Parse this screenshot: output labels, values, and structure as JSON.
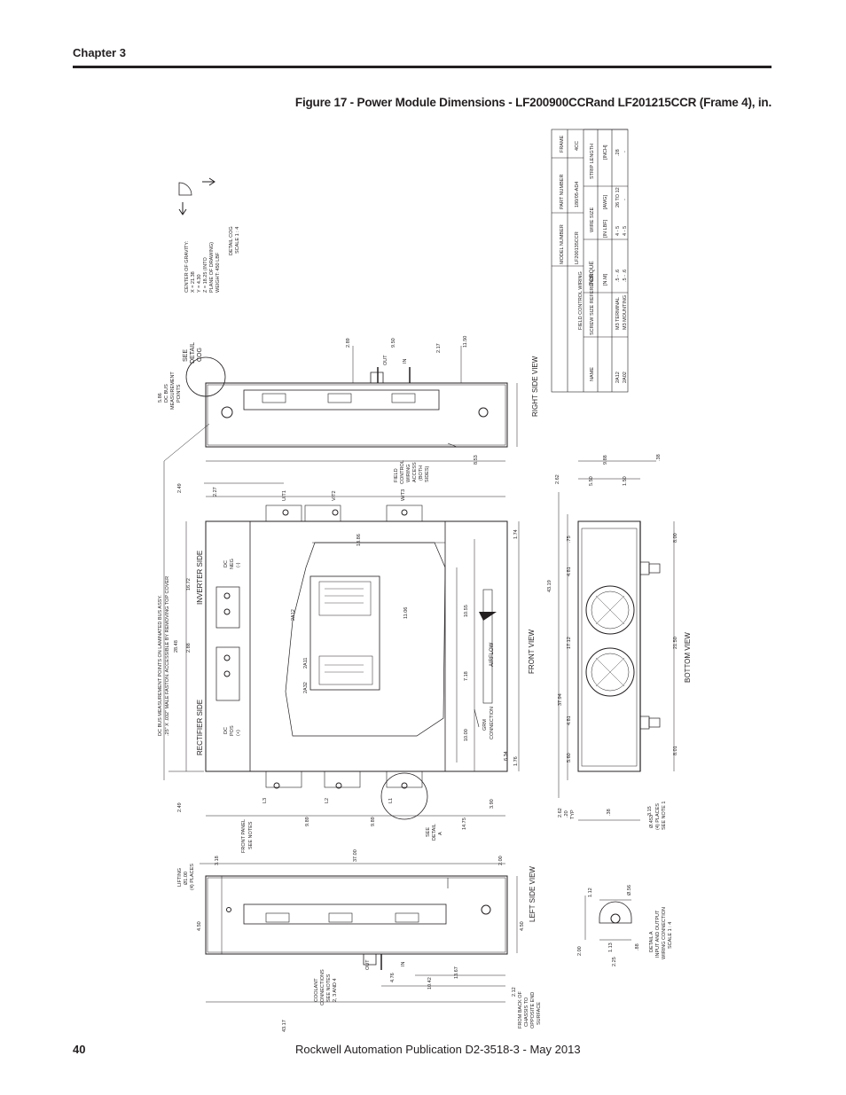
{
  "header": {
    "chapter": "Chapter 3"
  },
  "figure": {
    "title": "Figure 17 - Power Module Dimensions - LF200900CCRand LF201215CCR (Frame 4), in."
  },
  "views": {
    "left_side": "LEFT SIDE VIEW",
    "front": "FRONT VIEW",
    "right_side": "RIGHT SIDE VIEW",
    "bottom": "BOTTOM VIEW"
  },
  "labels": {
    "lifting": [
      "LIFTING",
      "Ø1.00",
      "(4) PLACES"
    ],
    "front_panel": [
      "FRONT PANEL",
      "SEE NOTES"
    ],
    "coolant": [
      "COOLANT",
      "CONNECTIONS",
      "SEE NOTES",
      "2, 3 AND 4"
    ],
    "from_back": [
      "FROM BACK OF",
      "CHASSIS TO",
      "OPPOSITE END",
      "SURFACE"
    ],
    "inverter_side": "INVERTER SIDE",
    "rectifier_side": "RECTIFIER SIDE",
    "dc_neg": [
      "DC",
      "NEG",
      "(-)"
    ],
    "dc_pos": [
      "DC",
      "POS",
      "(+)"
    ],
    "dcbus": [
      "DC BUS MEASUREMENT POINTS ON LAMINATED BUS ASSY.",
      ".25\" X .032\" MALE FASTON. ACCESSIBLE BY REMOVING TOP COVER"
    ],
    "airflow": "AIRFLOW",
    "grm": [
      "GRM",
      "CONNECTION"
    ],
    "see_detail_a": [
      "SEE",
      "DETAIL",
      "A"
    ],
    "field_control": [
      "FIELD",
      "CONTROL",
      "WIRING",
      "ACCESS",
      "(BOTH",
      "SIDES)"
    ],
    "dcbus_points": [
      "5.86",
      "DC BUS",
      "MEASUREMENT",
      "POINTS"
    ],
    "see_detail_cog": [
      "SEE",
      "DETAIL",
      "COG"
    ],
    "cog": [
      "CENTER OF GRAVITY:",
      "X = 21.38",
      "Y = 4.30",
      "Z = 18.25 (INTO",
      "PLANE OF DRAWING)",
      "WEIGHT: 450 LBF"
    ],
    "detail_cog": [
      "DETAIL COG",
      "SCALE 1 : 4"
    ],
    "detail_a": [
      "DETAIL A",
      "INPUT AND OUTPUT",
      "WIRING CONNECTION",
      "SCALE 1 : 4"
    ],
    "holes": [
      "Ø.453",
      "(4) PLACES",
      "SEE NOTE 1"
    ],
    "typ": [
      "2.62",
      ".20",
      "TYP"
    ],
    "out": "OUT",
    "in": "IN",
    "terminals": [
      "U/T1",
      "V/T2",
      "W/T3",
      "L3",
      "L2",
      "L1"
    ],
    "boards": [
      "2A12",
      "2A11",
      "2A32"
    ]
  },
  "dimensions": {
    "left": [
      "3.18",
      "37.00",
      "2.00",
      "4.50",
      "4.50",
      "4.76",
      "10.42",
      "13.67",
      "43.17",
      "2.12"
    ],
    "front": [
      "2.49",
      "2.27",
      "16.72",
      "28.48",
      "2.88",
      "2.49",
      "9.89",
      "9.89",
      "14.75",
      "3.90",
      "18.86",
      "11.06",
      "10.55",
      "7.18",
      "10.00",
      "1.74",
      "1.76",
      "6.34"
    ],
    "right": [
      "2.89",
      "9.50",
      "2.17",
      "11.50",
      "8.53"
    ],
    "bottom": [
      "2.62",
      "5.50",
      "1.50",
      "9.88",
      ".38",
      "43.19",
      ".75",
      "4.81",
      "17.12",
      "37.94",
      "4.81",
      "5.60",
      "8.00",
      "21.50",
      "8.01",
      ".38",
      "3.15"
    ],
    "detail_a": [
      "1.12",
      "Ø.56",
      "2.00",
      "1.13",
      "2.25",
      ".88"
    ]
  },
  "table": {
    "headers": {
      "model": "MODEL NUMBER",
      "part": "PART NUMBER",
      "frame": "FRAME"
    },
    "model_row": {
      "model": "LF200135CCR",
      "part": "180/05-AD4",
      "frame": "4CC"
    },
    "section": "FIELD CONTROL WIRING",
    "cols": {
      "name": "NAME",
      "screw": "SCREW SIZE REFERENCE",
      "torque": "TORQUE",
      "nm": "[N.M]",
      "lbf": "[IN LBF]",
      "wire": "WIRE SIZE",
      "awg": "[AWG]",
      "strip": "STRIP LENGTH",
      "inch": "[INCH]"
    },
    "rows": [
      {
        "name": "2A12",
        "screw": "M3 TERMINAL",
        "nm": ".5 - .6",
        "lbf": "4 - 5",
        "awg": "26 TO 12",
        "inch": ".28"
      },
      {
        "name": "2A02",
        "screw": "M3 MOUNTING",
        "nm": ".5 - .6",
        "lbf": "4 - 5",
        "awg": "-",
        "inch": "-"
      }
    ]
  },
  "footer": {
    "page": "40",
    "publication": "Rockwell Automation Publication D2-3518-3 - May 2013"
  }
}
